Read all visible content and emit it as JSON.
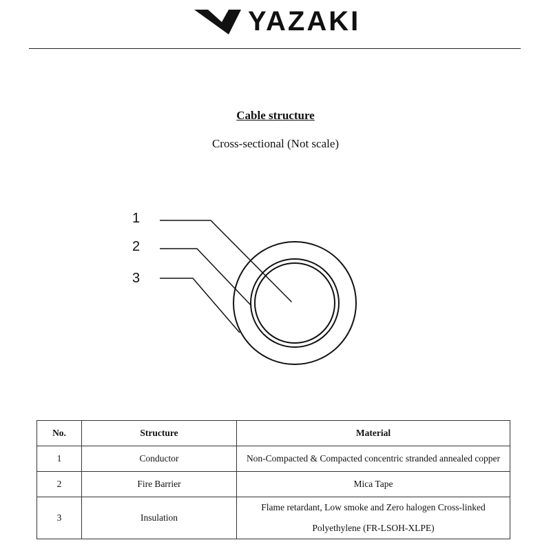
{
  "header": {
    "brand": "YAZAKI",
    "logo_icon": "yazaki-chevron-logo"
  },
  "title": "Cable structure",
  "subtitle": "Cross-sectional (Not scale)",
  "diagram": {
    "callouts": [
      "1",
      "2",
      "3"
    ]
  },
  "table": {
    "headers": {
      "no": "No.",
      "structure": "Structure",
      "material": "Material"
    },
    "rows": [
      {
        "no": "1",
        "structure": "Conductor",
        "material_lines": [
          "Non-Compacted & Compacted concentric stranded annealed copper"
        ]
      },
      {
        "no": "2",
        "structure": "Fire Barrier",
        "material_lines": [
          "Mica Tape"
        ]
      },
      {
        "no": "3",
        "structure": "Insulation",
        "material_lines": [
          "Flame retardant, Low smoke and Zero halogen Cross-linked",
          "Polyethylene (FR-LSOH-XLPE)"
        ]
      }
    ]
  }
}
